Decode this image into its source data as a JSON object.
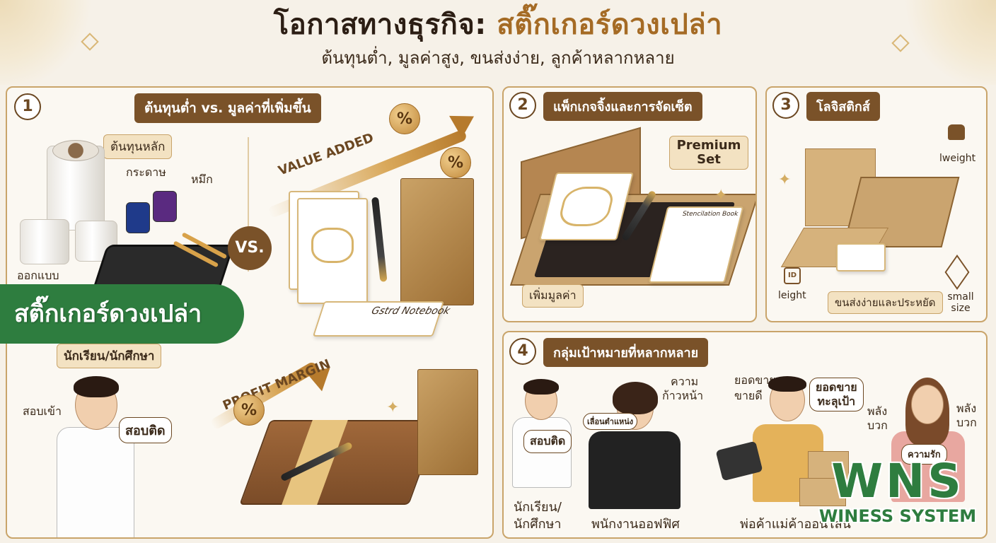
{
  "header": {
    "title_main": "โอกาสทางธุรกิจ: ",
    "title_accent": "สติ๊กเกอร์ดวงเปล่า",
    "subtitle": "ต้นทุนต่ำ, มูลค่าสูง, ขนส่งง่าย, ลูกค้าหลากหลาย"
  },
  "panel1": {
    "number": "1",
    "heading": "ต้นทุนต่ำ vs. มูลค่าที่เพิ่มขึ้น",
    "cost_label": "ต้นทุนหลัก",
    "paper_label": "กระดาษ",
    "ink_label": "หมึก",
    "design_label": "ออกแบบ",
    "vs_label": "VS.",
    "value_added": "VALUE ADDED",
    "pct": "%",
    "notebook_text": "Gstrd Notebook",
    "student_label": "นักเรียน/นักศึกษา",
    "exam_enter": "สอบเข้า",
    "exam_pass": "สอบติด",
    "profit_margin": "PROFIT MARGIN"
  },
  "panel2": {
    "number": "2",
    "heading": "แพ็กเกจจิ้งและการจัดเซ็ต",
    "premium": "Premium Set",
    "add_value": "เพิ่มมูลค่า",
    "doc_title": "Stencilation Book"
  },
  "panel3": {
    "number": "3",
    "heading": "โลจิสติกส์",
    "weight_top": "lweight",
    "weight_icon": "ID",
    "weight_bottom": "leight",
    "shipping": "ขนส่งง่ายและประหยัด",
    "small_size": "small size"
  },
  "panel4": {
    "number": "4",
    "heading": "กลุ่มเป้าหมายที่หลากหลาย",
    "student_bubble": "สอบติด",
    "student_label_1": "นักเรียน/",
    "student_label_2": "นักศึกษา",
    "promotion_bubble": "เลื่อนตำแหน่ง",
    "progress_1": "ความ",
    "progress_2": "ก้าวหน้า",
    "office_label": "พนักงานออฟฟิศ",
    "sales_1": "ยอดขาย",
    "sales_2": "ขายดี",
    "sales_bubble_1": "ยอดขาย",
    "sales_bubble_2": "ทะลุเป้า",
    "merchant_label": "พ่อค้าแม่ค้าออนไลน์",
    "positive_1": "พลัง",
    "positive_2": "บวก",
    "love_bubble": "ความรัก"
  },
  "overlay": {
    "sticker_label": "สติ๊กเกอร์ดวงเปล่า",
    "logo_big": "WNS",
    "logo_sub": "WINESS SYSTEM"
  },
  "colors": {
    "accent_gold": "#a56b25",
    "pill_brown": "#7a5229",
    "brand_green": "#2e7d3f"
  }
}
